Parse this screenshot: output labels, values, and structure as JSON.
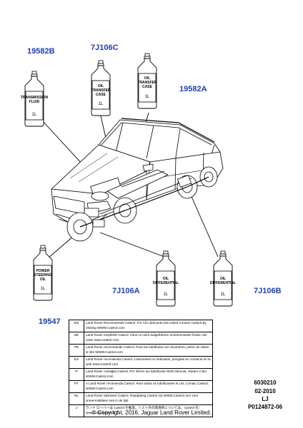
{
  "parts": {
    "p1": "19582B",
    "p2": "7J106C",
    "p3": "19582A",
    "p4": "19547",
    "p5": "7J106A",
    "p6": "7J106B"
  },
  "bottles": {
    "transmission": {
      "line1": "TRANSMISSION",
      "line2": "FLUID",
      "volume": "1L"
    },
    "transfer_c": {
      "line1": "OIL",
      "line2": "TRANSFER",
      "line3": "CASE",
      "volume": "1L"
    },
    "transfer_a": {
      "line1": "OIL",
      "line2": "TRANSFER",
      "line3": "CASE",
      "volume": "1L"
    },
    "steering": {
      "line1": "POWER",
      "line2": "STEERING",
      "line3": "OIL",
      "volume": "1L"
    },
    "diff_a": {
      "line1": "OIL",
      "line2": "DIFFERENTIAL",
      "volume": "1L"
    },
    "diff_b": {
      "line1": "OIL",
      "line2": "DIFFERENTIAL",
      "volume": "1L"
    }
  },
  "notes": [
    {
      "lang": "EN",
      "text": "Land Rover Recommends Castrol.  For All Lubricants Not Listed Contact Castrol By Visiting WWW.Castrol.com"
    },
    {
      "lang": "DE",
      "text": "Land Rover empfiehlt Castrol.  Infos zu nicht aufgeführten Schmiermitteln finden Sie unter www.castrol.com"
    },
    {
      "lang": "FR",
      "text": "Land Rover recommande Castrol. Pour les lubrifiants non énumérés, prière de visiter le site WWW.Castrol.com"
    },
    {
      "lang": "ES",
      "text": "Land Rover recomienda Castrol.  Lubricantes no indicados, póngase en contacto en la web www.Castrol.com"
    },
    {
      "lang": "IT",
      "text": "Land Rover consiglia Castrol.  Per inform sui lubrificanti NON elencati, visitare il sito WWW.Castrol.com"
    },
    {
      "lang": "PT",
      "text": "A Land Rover recomenda Castrol.  Para todos os lubrificantes N List, Contac Castrol, WWW.Castrol.com"
    },
    {
      "lang": "NL",
      "text": "Land Rover adviseert Castrol.  Raadpleeg Castrol via WWW.Castrol.com voor smeermiddelen niet in de lijst"
    },
    {
      "lang": "J",
      "text": "ランド ローバーは Castrol を推奨。リスト外の潤滑剤については、Castrol 社：www.Castrol.com まで。"
    }
  ],
  "ref": {
    "code1": "6030210",
    "date": "02-2010",
    "region": "LJ",
    "code2": "P0124872-06"
  },
  "copyright": "© Copyright, 2016. Jaguar Land Rover Limited."
}
